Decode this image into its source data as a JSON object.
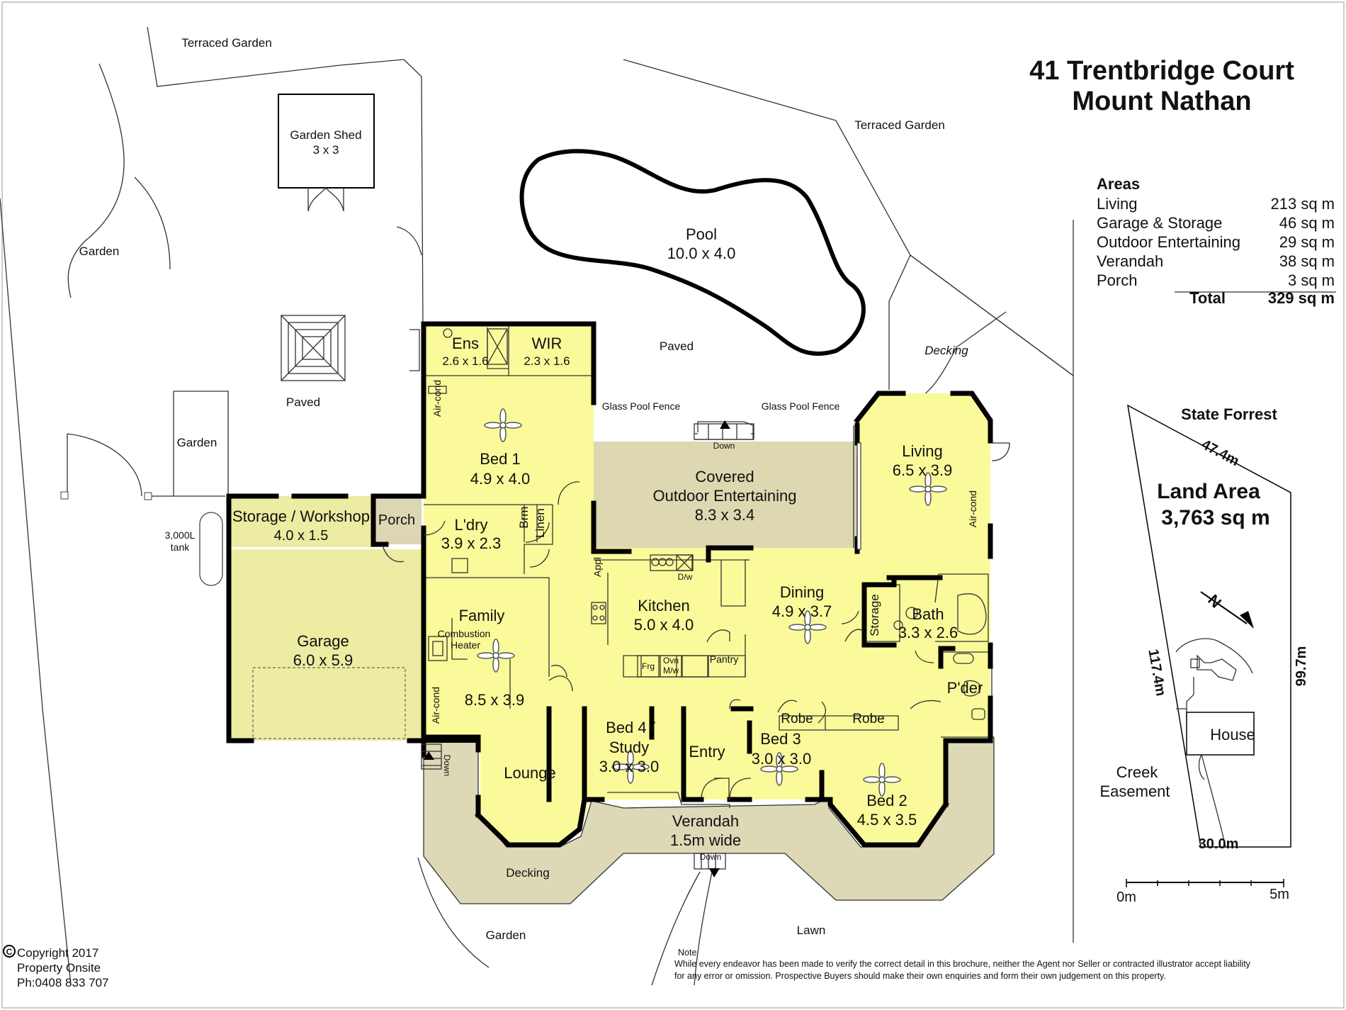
{
  "title": {
    "line1": "41 Trentbridge Court",
    "line2": "Mount Nathan"
  },
  "areas": {
    "heading": "Areas",
    "rows": [
      {
        "label": "Living",
        "value": "213 sq m"
      },
      {
        "label": "Garage & Storage",
        "value": "46 sq m"
      },
      {
        "label": "Outdoor Entertaining",
        "value": "29 sq m"
      },
      {
        "label": "Verandah",
        "value": "38 sq m"
      },
      {
        "label": "Porch",
        "value": "3 sq m"
      }
    ],
    "total_label": "Total",
    "total_value": "329 sq m"
  },
  "site": {
    "state_forrest": "State Forrest",
    "land_area_label": "Land Area",
    "land_area_value": "3,763 sq m",
    "dim_top": "47.4m",
    "dim_left": "117.4m",
    "dim_right": "99.7m",
    "dim_bottom": "30.0m",
    "house": "House",
    "creek_1": "Creek",
    "creek_2": "Easement",
    "north": "N"
  },
  "scale": {
    "start": "0m",
    "end": "5m"
  },
  "rooms": {
    "ens": {
      "name": "Ens",
      "dim": "2.6 x 1.6"
    },
    "wir": {
      "name": "WIR",
      "dim": "2.3 x 1.6"
    },
    "bed1": {
      "name": "Bed 1",
      "dim": "4.9 x 4.0"
    },
    "ldry": {
      "name": "L'dry",
      "dim": "3.9 x 2.3"
    },
    "brm": "Brm",
    "linen": "Linen",
    "storage_ws": {
      "name": "Storage / Workshop",
      "dim": "4.0 x 1.5"
    },
    "porch": "Porch",
    "garage": {
      "name": "Garage",
      "dim": "6.0 x 5.9"
    },
    "family": "Family",
    "combustion_1": "Combustion",
    "combustion_2": "Heater",
    "family_dim": "8.5 x 3.9",
    "lounge": "Lounge",
    "kitchen": {
      "name": "Kitchen",
      "dim": "5.0 x 4.0"
    },
    "appl": "Appl",
    "dw": "D/w",
    "frg": "Frg",
    "ovn": "Ovn",
    "mw": "M/w",
    "pantry": "Pantry",
    "dining": {
      "name": "Dining",
      "dim": "4.9 x 3.7"
    },
    "covered_1": "Covered",
    "covered_2": "Outdoor Entertaining",
    "covered_dim": "8.3 x 3.4",
    "living": {
      "name": "Living",
      "dim": "6.5 x 3.9"
    },
    "bath": {
      "name": "Bath",
      "dim": "3.3 x 2.6"
    },
    "storage_v": "Storage",
    "pder": "P'der",
    "bed4_1": "Bed 4 /",
    "bed4_2": "Study",
    "bed4_dim": "3.0 x 3.0",
    "entry": "Entry",
    "bed3": {
      "name": "Bed 3",
      "dim": "3.0 x 3.0"
    },
    "robe": "Robe",
    "bed2": {
      "name": "Bed 2",
      "dim": "4.5 x 3.5"
    },
    "verandah": {
      "name": "Verandah",
      "dim": "1.5m wide"
    },
    "aircond": "Air-cond"
  },
  "outside": {
    "terraced_garden": "Terraced Garden",
    "garden_shed": "Garden Shed",
    "garden_shed_dim": "3 x 3",
    "garden": "Garden",
    "paved": "Paved",
    "tank_1": "3,000L",
    "tank_2": "tank",
    "pool": "Pool",
    "pool_dim": "10.0 x 4.0",
    "decking": "Decking",
    "glass_pool_fence": "Glass Pool Fence",
    "down": "Down",
    "lawn": "Lawn"
  },
  "copyright": {
    "line1": "Copyright 2017",
    "line2": "Property Onsite",
    "line3": "Ph:0408 833 707",
    "symbol": "C"
  },
  "note": {
    "heading": "Note",
    "line1": "While every endeavor has been made to verify the correct detail in this brochure, neither the Agent nor Seller or contracted illustrator accept liability",
    "line2": "for any error or omission. Prospective Buyers should make their own enquiries and form their own judgement on this property."
  },
  "colors": {
    "room": "#fafa9a",
    "garage": "#ececa2",
    "covered": "#ddd7b2",
    "verandah": "#ddd9b6",
    "porch": "#ddd6b4",
    "wall": "#000000"
  }
}
